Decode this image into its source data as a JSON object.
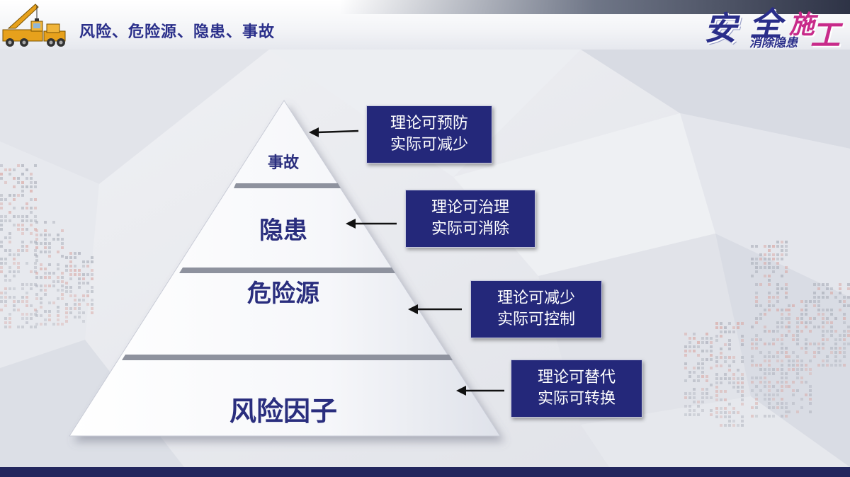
{
  "slide": {
    "title": "风险、危险源、隐患、事故",
    "logo": {
      "char_an": "安",
      "char_quan": "全",
      "char_shi": "施",
      "char_gong": "工",
      "subtitle": "消除隐患"
    }
  },
  "pyramid": {
    "levels": [
      {
        "label": "事故"
      },
      {
        "label": "隐患"
      },
      {
        "label": "危险源"
      },
      {
        "label": "风险因子"
      }
    ]
  },
  "annotations": [
    {
      "line1": "理论可预防",
      "line2": "实际可减少"
    },
    {
      "line1": "理论可治理",
      "line2": "实际可消除"
    },
    {
      "line1": "理论可减少",
      "line2": "实际可控制"
    },
    {
      "line1": "理论可替代",
      "line2": "实际可转换"
    }
  ],
  "colors": {
    "title": "#2a2f8a",
    "box_fill": "#24287a",
    "box_text": "#ffffff",
    "footer": "#23275e",
    "logo_blue": "#2a2e8a",
    "logo_magenta": "#c82a8a"
  }
}
